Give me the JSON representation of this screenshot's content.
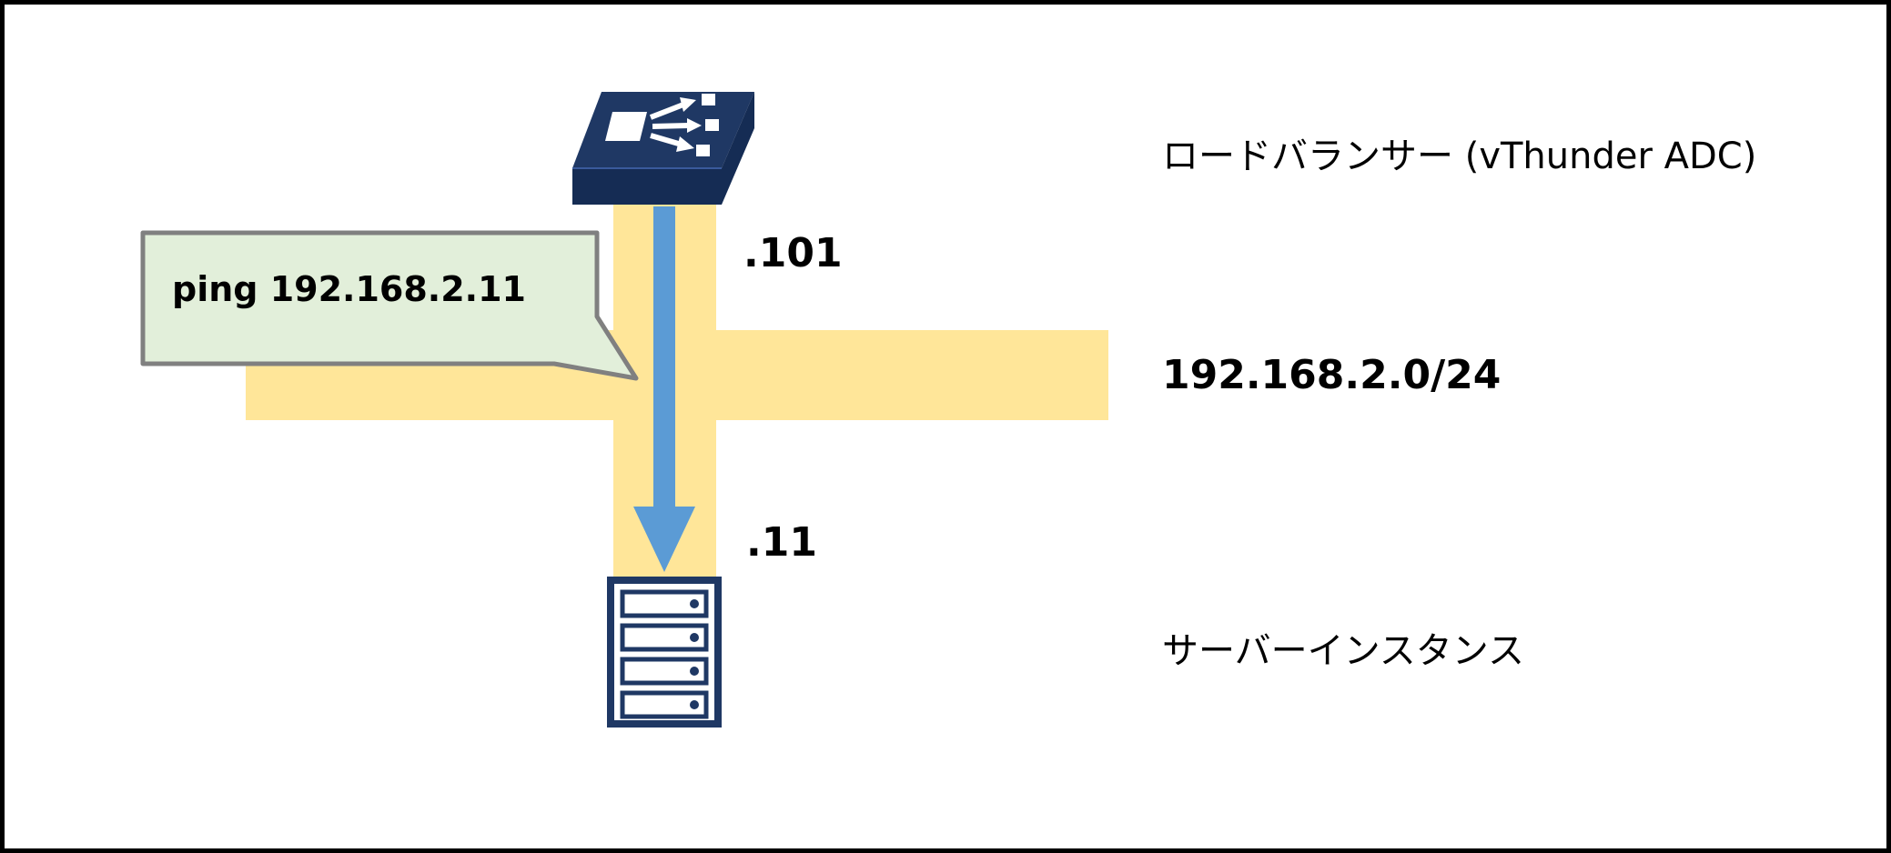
{
  "labels": {
    "load_balancer": "ロードバランサー (vThunder ADC)",
    "subnet": "192.168.2.0/24",
    "server": "サーバーインスタンス",
    "lb_ip": ".101",
    "server_ip": ".11",
    "callout": "ping 192.168.2.11"
  },
  "icons": {
    "load_balancer": "load-balancer-switch-icon",
    "server": "server-rack-icon",
    "arrow": "down-arrow-icon",
    "callout": "speech-bubble"
  },
  "colors": {
    "device": "#1F3864",
    "device_dark": "#152C54",
    "subnet_band": "#FFE699",
    "arrow": "#5B9BD5",
    "callout_fill": "#E2EFDA",
    "callout_border": "#808080",
    "frame": "#000000",
    "text": "#000000"
  }
}
